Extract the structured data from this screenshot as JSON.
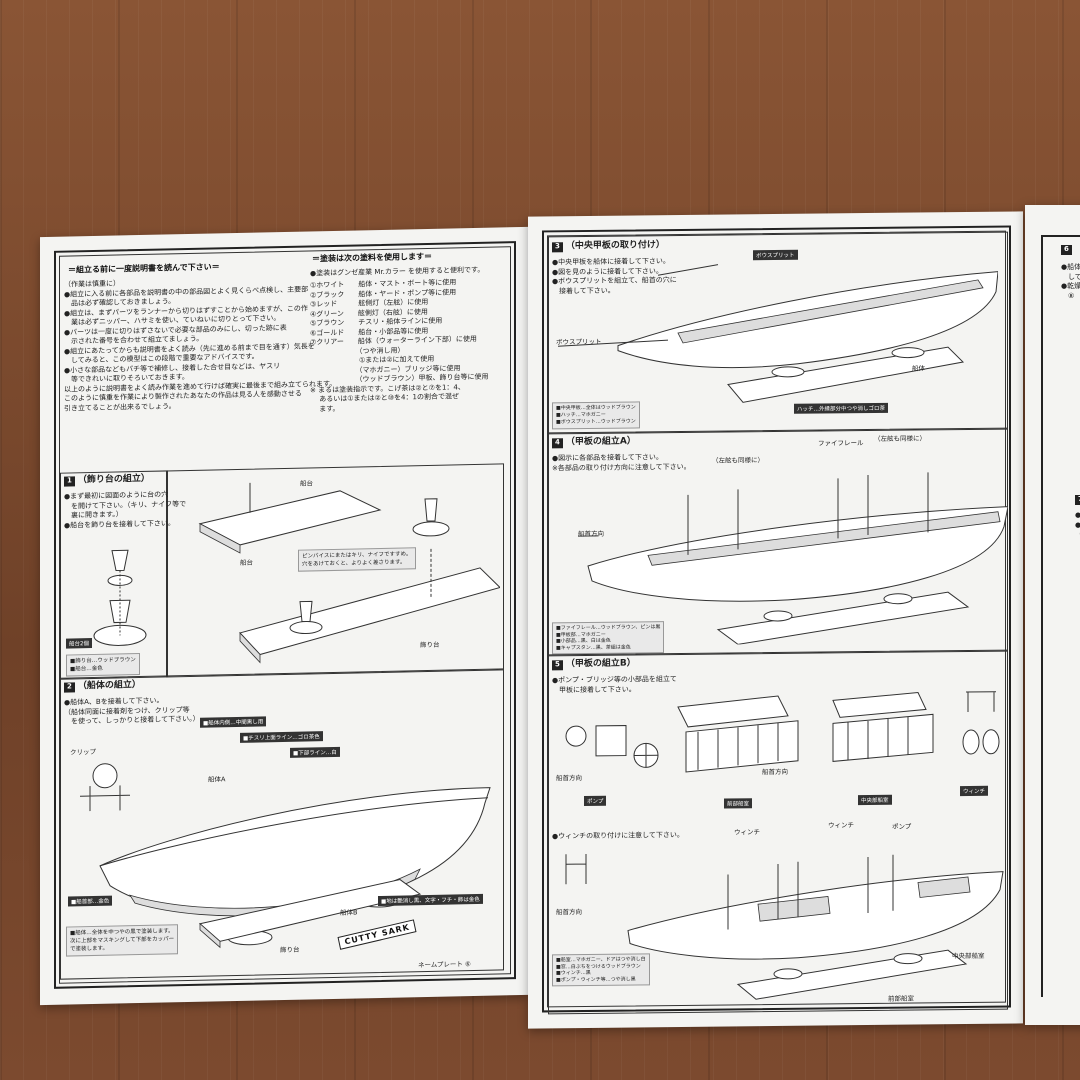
{
  "left_page": {
    "heading_read": "＝組立る前に一度説明書を読んで下さい＝",
    "heading_paint": "＝塗装は次の塗料を使用します＝",
    "intro_lines": [
      "（作業は慎重に）",
      "●組立に入る前に各部品を説明書の中の部品図とよく見くらべ点検し、主要部",
      "　品は必ず確認しておきましょう。",
      "●組立は、まずパーツをランナーから切りはずすことから始めますが、この作",
      "　業は必ずニッパー、ハサミを使い、ていねいに切りとって下さい。",
      "●パーツは一度に切りはずさないで必要な部品のみにし、切った跡に表",
      "　示された番号を合わせて組立てましょう。",
      "●組立にあたってからも説明書をよく読み（先に進める前まで目を通す）気長を",
      "　してみると、この模型はこの段階で重要なアドバイスです。",
      "●小さな部品などもパチ等で補修し、接着した合せ目などは、ヤスリ",
      "　等できれいに取りそろいておきます。",
      "以上のように説明書をよく読み作業を進めて行けば確実に最後まで組み立てられます。",
      "このように慎重を作業により製作されたあなたの作品は見る人を感動させる",
      "引き立てることが出来るでしょう。"
    ],
    "paint_intro": "●塗装はグンゼ産業 Mr.カラー を使用すると便利です。",
    "paint_lines": [
      "①ホワイト　　船体・マスト・ボート等に使用",
      "②ブラック　　船体・ヤード・ポンプ等に使用",
      "③レッド　　　舷側灯（左舷）に使用",
      "④グリーン　　舷側灯（右舷）に使用",
      "⑤ブラウン　　チスリ・船体ラインに使用",
      "⑥ゴールド　　船台・小部品等に使用",
      "⑦クリアー　　船体（ウォーターライン下部）に使用",
      "　　　　　　　（つや消し用）",
      "　　　　　　　①または②に加えて使用",
      "　　　　　　　（マホガニー）ブリッジ等に使用",
      "　　　　　　　（ウッドブラウン）甲板、飾り台等に使用",
      "※ まるは塗装指示です。こげ茶は②と⑦を1：4、",
      "　 あるいは①または②と⑩を4：1の割合で混ぜ",
      "　 ます。"
    ],
    "step1": {
      "num": "1",
      "title": "（飾り台の組立）",
      "lines": [
        "●まず最初に図面のように台の穴",
        "　を開けて下さい。（キリ、ナイフ等で",
        "　裏に開きます。）",
        "●船台を飾り台を接着して下さい。"
      ],
      "label_stand": "船台",
      "label_stand2": "船台",
      "label_base": "飾り台",
      "label_ship_stand": "船台2個",
      "tip": "ピンバイスにまたはキリ、ナイフですすめ。",
      "tip2": "穴をあけておくと、よりよく差さります。",
      "paint_note": "■飾り台…ウッドブラウン\n■船台…金色"
    },
    "step2": {
      "num": "2",
      "title": "（船体の組立）",
      "lines": [
        "●船体A、Bを接着して下さい。",
        "（船体同面に接着剤をつけ、クリップ等",
        "　を使って、しっかりと接着して下さい。）"
      ],
      "label_clip": "クリップ",
      "label_hull_a": "船体A",
      "label_hull_b": "船体B",
      "label_base": "飾り台",
      "label_nameplate": "ネームプレート ⑥",
      "nameplate_text": "CUTTY SARK",
      "tag1": "■船体内側…中間黒し用",
      "tag2": "■チスリ上面ライン…ゴロ茶色",
      "tag3": "■下部ライン…白",
      "tag4": "■船首部…金色",
      "tag5": "■地は艶消し黒、文字・フチ・飾は金色",
      "paint_note2": "■船体…全体を中つやの黒で塗装します。\n次に上部をマスキングして下部をカッパー\nで塗装します。"
    }
  },
  "right_page": {
    "step3": {
      "num": "3",
      "title": "（中央甲板の取り付け）",
      "lines": [
        "●中央甲板を船体に接着して下さい。",
        "●図を見のように接着して下さい。",
        "●ボウスプリットを組立て、船首の穴に",
        "　接着して下さい。"
      ],
      "label_bowsprit": "ボウスプリット",
      "label_bowsprit2": "ボウスプリット",
      "label_hull": "船体",
      "label_hatch": "ハッチ…外縁部分中つや消しゴロ茶",
      "paint_note": "■中央甲板…全体はウッドブラウン\n■ハッチ…マホガニー\n■ボウスプリット…ウッドブラウン"
    },
    "step4": {
      "num": "4",
      "title": "（甲板の組立A）",
      "lines": [
        "●図示に各部品を接着して下さい。",
        "※各部品の取り付け方向に注意して下さい。"
      ],
      "label_fife": "ファイフレール",
      "label_same": "（左舷も同様に）",
      "label_same2": "（左舷も同様に）",
      "label_bow_dir": "船首方向",
      "paint_note": "■ファイフレール…ウッドブラウン、ピンは黒\n■甲板部…マホガニー\n■小部品…黒、白は金色\n■キャプスタン…黒、茶組は金色"
    },
    "step5": {
      "num": "5",
      "title": "（甲板の組立B）",
      "lines": [
        "●ポンプ・ブリッジ等の小部品を組立て",
        "　甲板に接着して下さい。"
      ],
      "label_pump": "ポンプ",
      "label_bow_dir": "船首方向",
      "label_bow_dir2": "船首方向",
      "label_fwd_cabin": "前部船室",
      "label_mid_cabin": "中央部船室",
      "label_winch": "ウィンチ",
      "label_winch_note": "●ウィンチの取り付けに注意して下さい。",
      "label_winch2": "ウィンチ",
      "label_winch3": "ウィンチ",
      "label_pump2": "ポンプ",
      "label_mid_cabin2": "中央部船室",
      "label_fwd_cabin2": "前部船室",
      "label_bow_dir3": "船首方向",
      "paint_note": "■船室…マホガニー、ドアはつや消し白\n■窓…白ぶちをつけるウッドブラウン\n■ウィンチ…黒\n■ポンプ・ウィンチ等…つや消し黒"
    }
  },
  "next_page": {
    "num": "6",
    "lines": [
      "●船体",
      "　して",
      "●乾燥",
      "　⑧"
    ],
    "num2": "7",
    "lines2": [
      "●ビ",
      "●（",
      "（"
    ]
  }
}
